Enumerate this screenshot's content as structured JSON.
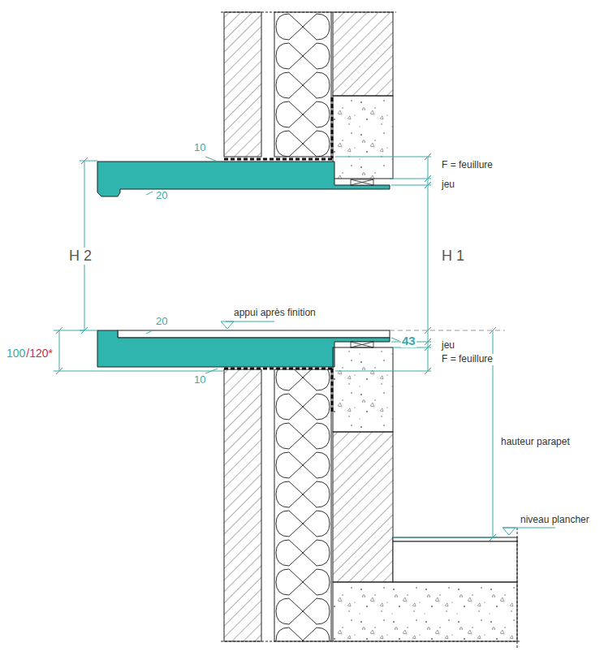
{
  "diagram": {
    "labels": [
      "10",
      "20",
      "F = feuillure",
      "jeu",
      "H 2",
      "H 1",
      "appui après finition",
      "20",
      "43",
      "jeu",
      "F = feuillure",
      "100",
      "/120*",
      "10",
      "hauteur parapet",
      "niveau plancher"
    ]
  }
}
